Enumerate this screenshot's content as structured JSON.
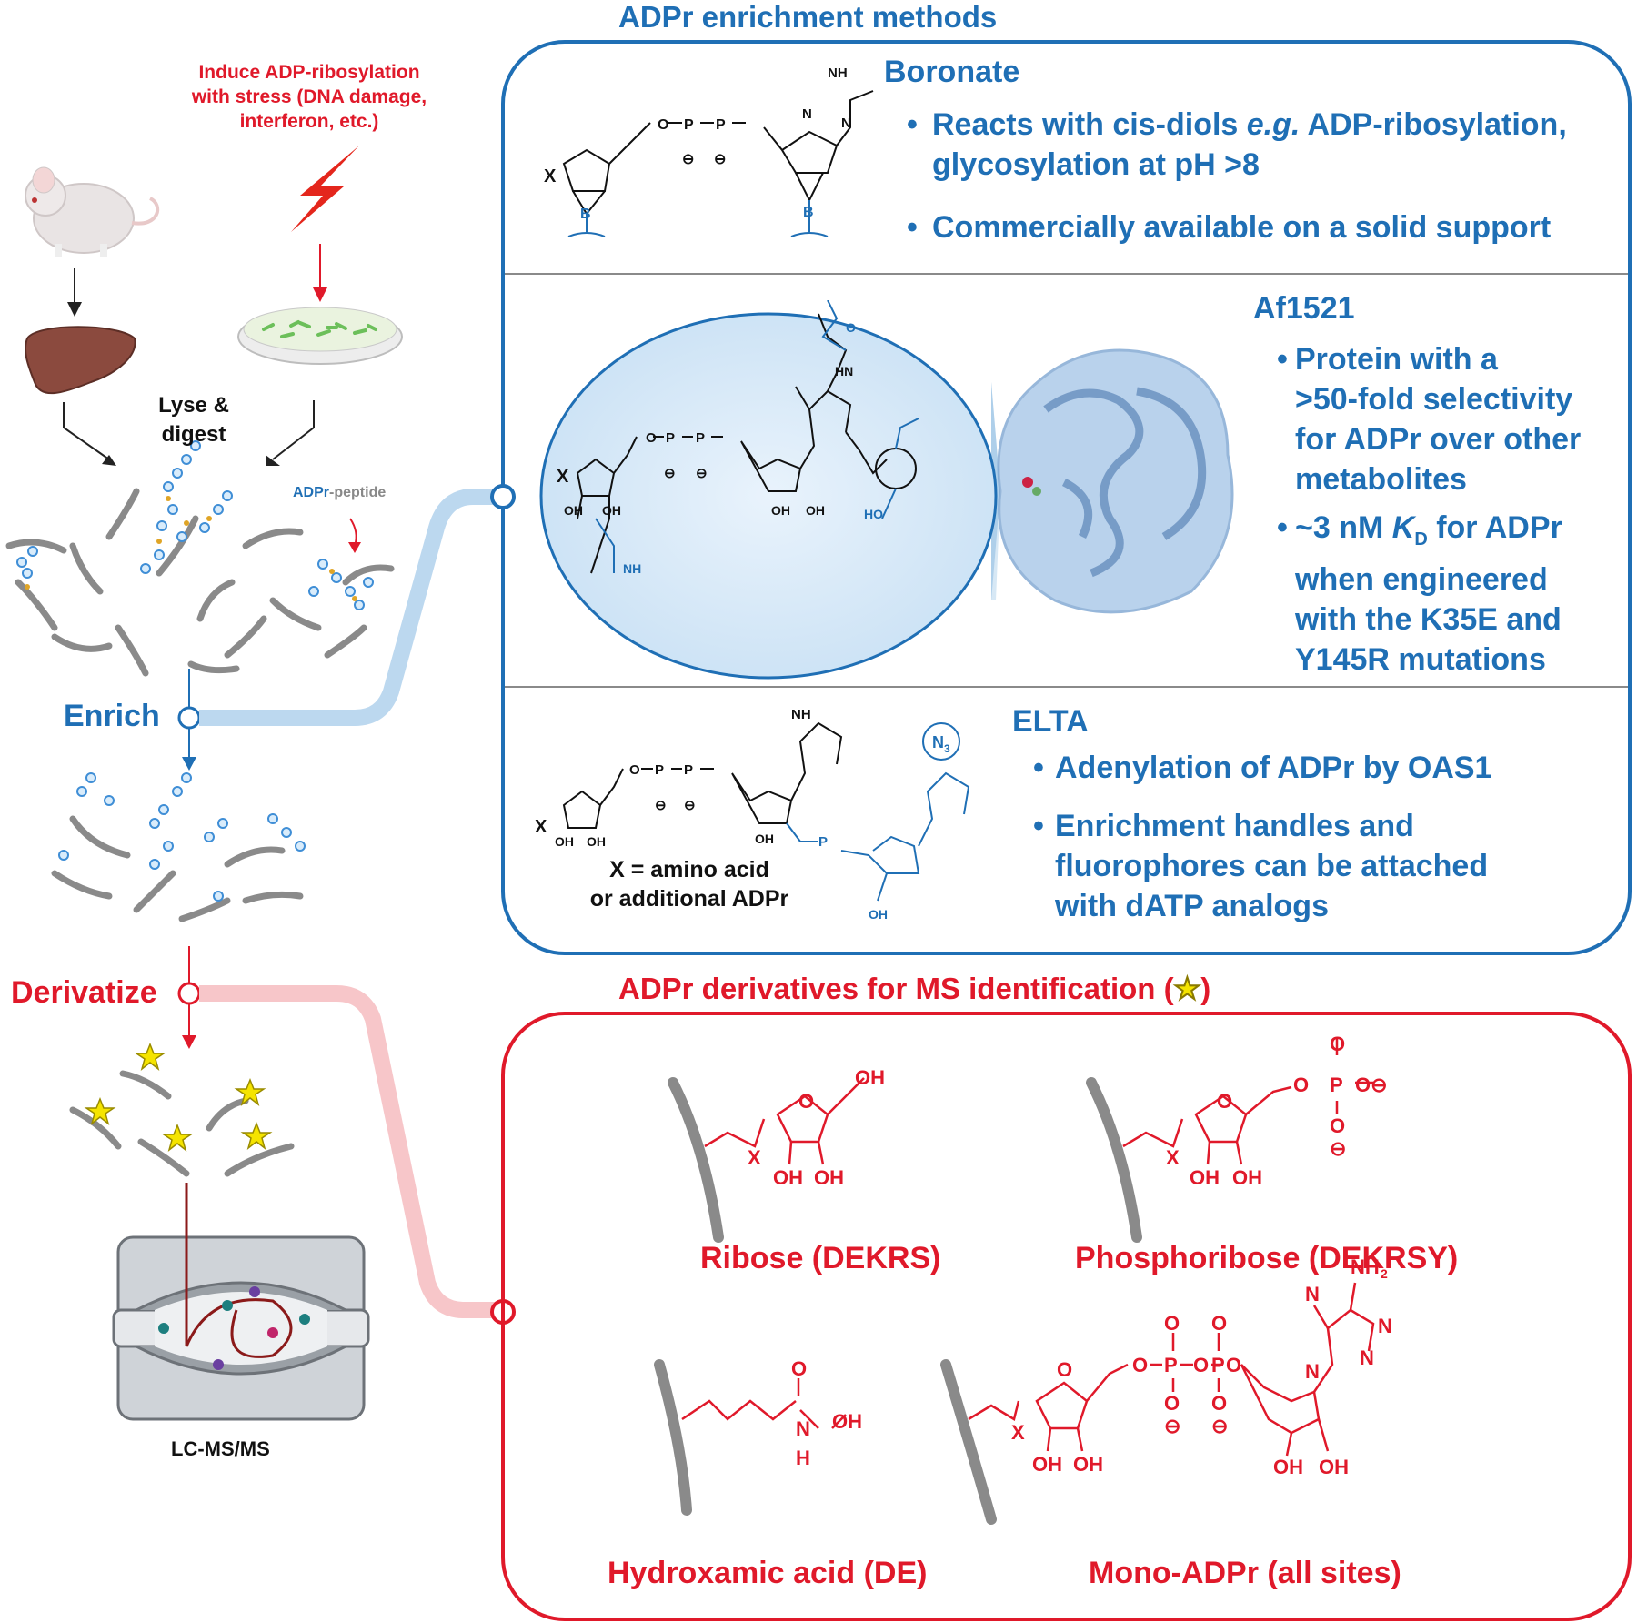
{
  "colors": {
    "blue": "#1f6fb5",
    "red": "#e0192a",
    "gray": "#8a8a8a",
    "star": "#f5e400"
  },
  "workflow": {
    "stress_line1": "Induce ADP-ribosylation",
    "stress_line2": "with stress (DNA damage,",
    "stress_line3": "interferon, etc.)",
    "lyse_line1": "Lyse &",
    "lyse_line2": "digest",
    "adpr_label_part1": "ADPr",
    "adpr_label_part2": "-peptide",
    "enrich": "Enrich",
    "derivatize": "Derivatize",
    "lcms": "LC-MS/MS",
    "icons": [
      "mouse-icon",
      "liver-icon",
      "cell-dish-icon",
      "lightning-icon",
      "lc-ms-instrument-icon",
      "star-icon"
    ]
  },
  "enrichment": {
    "title": "ADPr enrichment methods",
    "boronate": {
      "name": "Boronate",
      "bullet1_a": "Reacts with cis-diols ",
      "bullet1_em": "e.g.",
      "bullet1_b": " ADP-ribosylation,",
      "bullet1_c": "glycosylation at pH >8",
      "bullet2": "Commercially available on a solid support"
    },
    "af1521": {
      "name": "Af1521",
      "b1_l1": "Protein with a",
      "b1_l2": ">50-fold selectivity",
      "b1_l3": "for ADPr over other",
      "b1_l4": "metabolites",
      "b2_l1a": "~3 nM ",
      "b2_l1k": "K",
      "b2_l1sub": "D",
      "b2_l1b": " for ADPr",
      "b2_l2": "when engineered",
      "b2_l3": "with the K35E and",
      "b2_l4": "Y145R mutations"
    },
    "elta": {
      "name": "ELTA",
      "bullet1": "Adenylation of ADPr by OAS1",
      "b2_l1": "Enrichment handles and",
      "b2_l2": "fluorophores can be attached",
      "b2_l3": "with dATP analogs",
      "x_line1": "X = amino acid",
      "x_line2": "or additional ADPr"
    }
  },
  "derivatives": {
    "title": "ADPr derivatives for MS identification (",
    "title_end": ")",
    "ribose": "Ribose (DEKRS)",
    "phosphoribose": "Phosphoribose (DEKRSY)",
    "hydroxamic": "Hydroxamic acid (DE)",
    "mono_adpr": "Mono-ADPr (all sites)"
  },
  "chem_labels": {
    "O": "O",
    "P": "P",
    "X": "X",
    "OH": "OH",
    "HO": "HO",
    "NH2": "NH",
    "sub2": "2",
    "N": "N",
    "NH": "NH",
    "HN": "HN",
    "H": "H",
    "B": "B",
    "N3": "N",
    "sub3": "3",
    "OMinus": "O⊖",
    "minus": "⊖"
  }
}
